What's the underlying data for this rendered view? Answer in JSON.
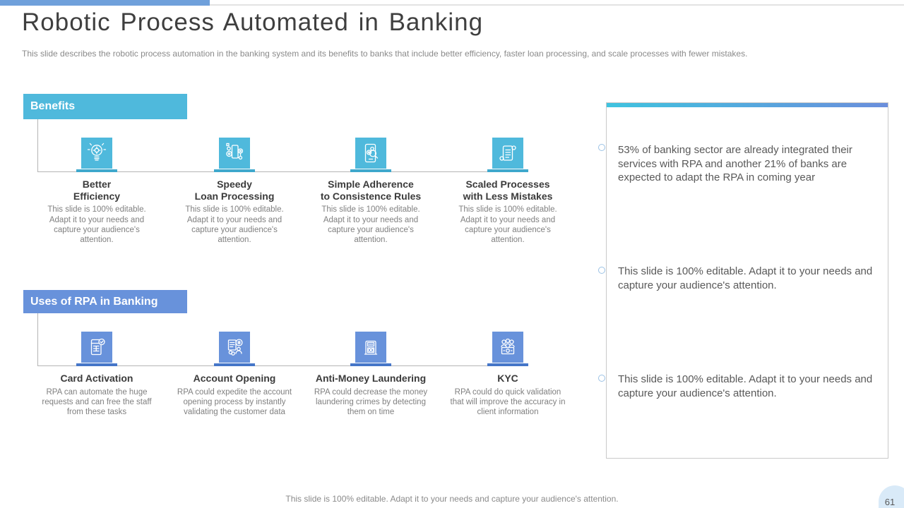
{
  "slide": {
    "title": "Robotic Process Automated in Banking",
    "subtitle": "This slide describes the robotic process automation in the banking system and its benefits to banks that include better efficiency, faster loan processing, and scale processes with fewer mistakes.",
    "footer": "This slide is 100% editable. Adapt it to your needs and capture your audience's attention.",
    "page_number": "61"
  },
  "benefits": {
    "header": "Benefits",
    "accent_color": "#4FB9DC",
    "underline_color": "#3FA8CC",
    "items": [
      {
        "icon": "lightbulb-gear-icon",
        "title_line1": "Better",
        "title_line2": "Efficiency",
        "body": "This slide is 100% editable. Adapt it to your needs and capture your audience's attention."
      },
      {
        "icon": "process-gears-icon",
        "title_line1": "Speedy",
        "title_line2": "Loan Processing",
        "body": "This slide is 100% editable. Adapt it to your needs and capture your audience's attention."
      },
      {
        "icon": "document-search-gears-icon",
        "title_line1": "Simple Adherence",
        "title_line2": "to Consistence Rules",
        "body": "This slide is 100% editable. Adapt it to your needs and capture your audience's attention."
      },
      {
        "icon": "scroll-icon",
        "title_line1": "Scaled Processes",
        "title_line2": "with Less Mistakes",
        "body": "This slide is 100% editable. Adapt it to your needs and capture your audience's attention."
      }
    ]
  },
  "uses": {
    "header": "Uses of RPA in Banking",
    "accent_color": "#6892DB",
    "underline_color": "#4576C8",
    "items": [
      {
        "icon": "card-check-icon",
        "title": "Card Activation",
        "body": "RPA can automate the huge requests and can free the staff from these tasks"
      },
      {
        "icon": "form-money-icon",
        "title": "Account Opening",
        "body": "RPA could expedite the account opening process by instantly validating the customer data"
      },
      {
        "icon": "cash-counter-icon",
        "title": "Anti-Money Laundering",
        "body": "RPA could decrease the money laundering crimes by detecting them on time"
      },
      {
        "icon": "people-group-icon",
        "title": "KYC",
        "body": "RPA could do quick validation that will improve the accuracy in client information"
      }
    ]
  },
  "highlights": {
    "gradient_start": "#3FC3DF",
    "gradient_end": "#6B8EDC",
    "bullets": [
      "53% of banking sector are already integrated their services with RPA and another 21% of banks are expected to adapt the RPA in coming year",
      "This slide is 100% editable. Adapt it to your needs and capture your audience's attention.",
      "This slide is 100% editable. Adapt it to your needs and capture your audience's attention."
    ]
  }
}
